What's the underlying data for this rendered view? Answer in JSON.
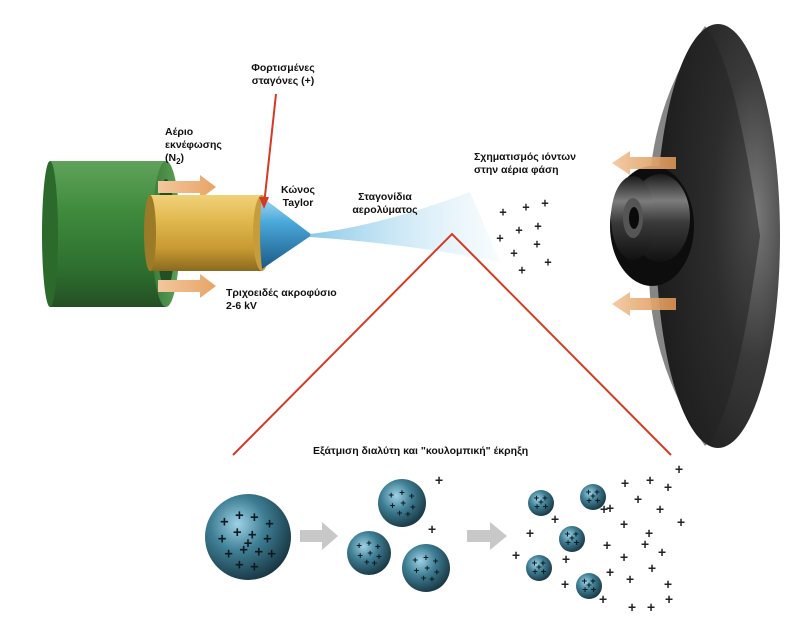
{
  "labels": {
    "charged_droplets": [
      "Φορτισμένες",
      "σταγόνες (+)"
    ],
    "nebulizer_gas": [
      "Αέριο",
      "εκνέφωσης",
      "(N"
    ],
    "nebulizer_gas_sub": "2",
    "nebulizer_gas_close": ")",
    "taylor_cone": [
      "Κώνος",
      "Taylor"
    ],
    "aerosol_droplets": [
      "Σταγονίδια",
      "αερολύματος"
    ],
    "ion_formation": [
      "Σχηματισμός ιόντων",
      "στην αέρια φάση"
    ],
    "capillary": [
      "Τριχοειδές ακροφύσιο",
      "2-6 kV"
    ],
    "evaporation": "Εξάτμιση διαλύτη και \"κουλομπική\" έκρηξη"
  },
  "ion_symbol": "+",
  "colors": {
    "nebulizer_tube": "#3f8a3d",
    "capillary": "#d9b046",
    "taylor_cone": "#4aa8da",
    "gas_arrow": "#e8a466",
    "pointer_line": "#d43a24",
    "droplet": "#3f6f82",
    "process_arrow": "#c8c8c8",
    "inlet_disc": "#2a2a2a"
  }
}
